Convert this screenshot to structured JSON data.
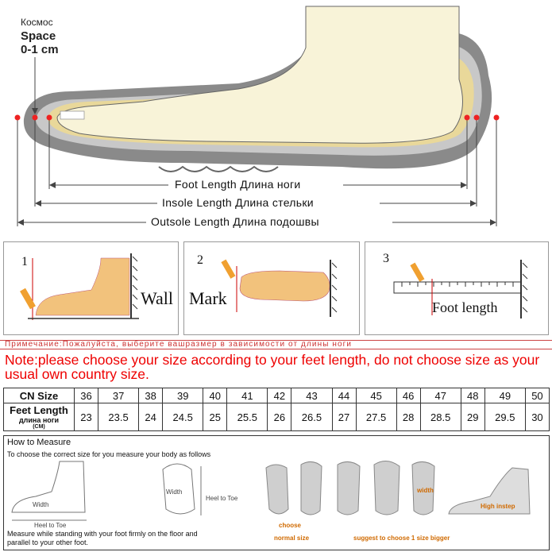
{
  "top": {
    "space_ru": "Космос",
    "space_en": "Space",
    "space_range": "0-1 cm",
    "foot_length": "Foot Length  Длина ноги",
    "insole_length": "Insole Length  Длина стельки",
    "outsole_length": "Outsole Length  Длина подошвы"
  },
  "steps": [
    {
      "num": "1",
      "label": "Wall"
    },
    {
      "num": "2",
      "label": "Mark"
    },
    {
      "num": "3",
      "label": "Foot length"
    }
  ],
  "russian_note": "Примечание:Пожалуйста, выберите вашразмер в зависимости от длины ноги",
  "note": "Note:please choose your size according to your feet length, do not choose size as your usual own country size.",
  "table": {
    "row1_header": "CN Size",
    "row2_header": "Feet Length",
    "row2_header_ru": "длина ноги",
    "row2_header_unit": "(CM)",
    "sizes": [
      "36",
      "37",
      "38",
      "39",
      "40",
      "41",
      "42",
      "43",
      "44",
      "45",
      "46",
      "47",
      "48",
      "49",
      "50"
    ],
    "lengths": [
      "23",
      "23.5",
      "24",
      "24.5",
      "25",
      "25.5",
      "26",
      "26.5",
      "27",
      "27.5",
      "28",
      "28.5",
      "29",
      "29.5",
      "30"
    ]
  },
  "how": {
    "title": "How to Measure",
    "subtitle": "To choose the correct size for you measure your body as follows",
    "width": "Width",
    "heel_to_toe": "Heel to Toe",
    "width2": "Width",
    "heel_to_toe2": "Heel to Toe",
    "footnote": "Measure while standing with your foot firmly on the floor and parallel to your other foot.",
    "choose": "choose",
    "normal_size": "normal size",
    "suggest": "suggest to choose 1 size bigger",
    "width3": "width",
    "high_instep": "High instep"
  }
}
